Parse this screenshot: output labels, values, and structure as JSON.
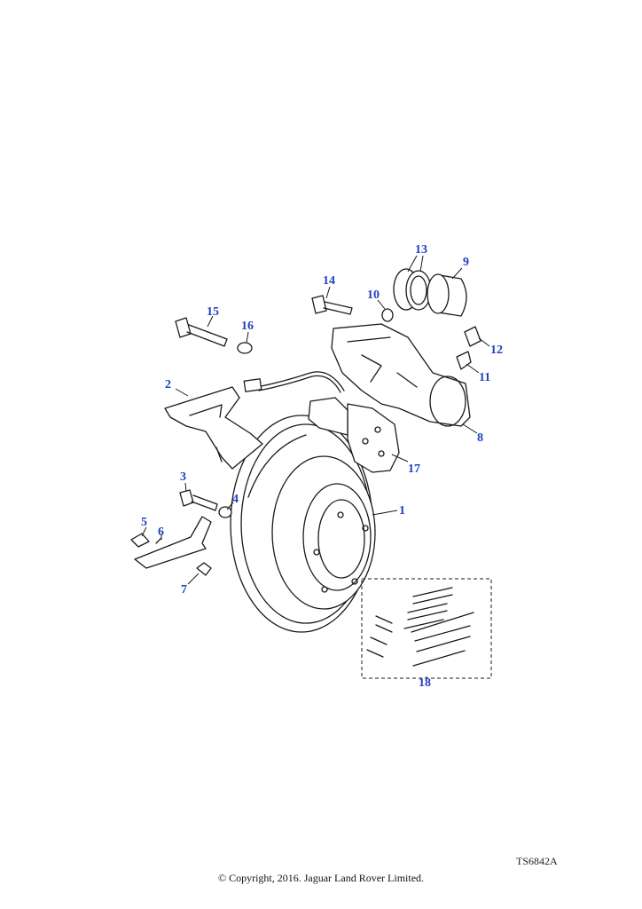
{
  "diagram": {
    "reference_code": "TS6842A",
    "copyright": "© Copyright, 2016. Jaguar Land Rover Limited.",
    "label_color": "#1f3fbf",
    "callouts": [
      {
        "id": "1",
        "label": "1"
      },
      {
        "id": "2",
        "label": "2"
      },
      {
        "id": "3",
        "label": "3"
      },
      {
        "id": "4",
        "label": "4"
      },
      {
        "id": "5",
        "label": "5"
      },
      {
        "id": "6",
        "label": "6"
      },
      {
        "id": "7",
        "label": "7"
      },
      {
        "id": "8",
        "label": "8"
      },
      {
        "id": "9",
        "label": "9"
      },
      {
        "id": "10",
        "label": "10"
      },
      {
        "id": "11",
        "label": "11"
      },
      {
        "id": "12",
        "label": "12"
      },
      {
        "id": "13",
        "label": "13"
      },
      {
        "id": "14",
        "label": "14"
      },
      {
        "id": "15",
        "label": "15"
      },
      {
        "id": "16",
        "label": "16"
      },
      {
        "id": "17",
        "label": "17"
      },
      {
        "id": "18",
        "label": "18"
      }
    ]
  }
}
